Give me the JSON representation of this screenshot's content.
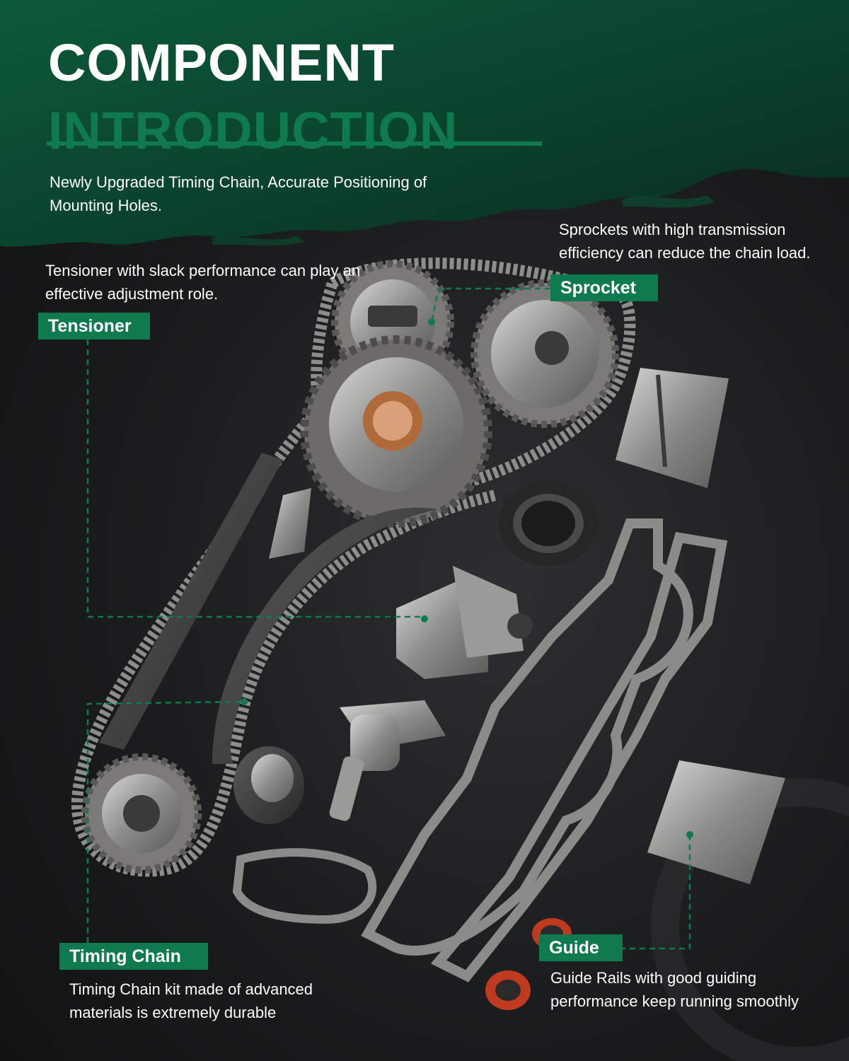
{
  "colors": {
    "accent": "#0f7a4e",
    "background": "#1a1b1c",
    "text": "#ffffff"
  },
  "heading": {
    "line1": "COMPONENT",
    "line2": "INTRODUCTION"
  },
  "intro_text": "Newly Upgraded Timing Chain, Accurate Positioning of Mounting Holes.",
  "callouts": {
    "sprocket": {
      "label": "Sprocket",
      "text": "Sprockets with high transmission efficiency can reduce the chain load."
    },
    "tensioner": {
      "label": "Tensioner",
      "text": "Tensioner with slack performance can play an effective adjustment role."
    },
    "timing_chain": {
      "label": "Timing Chain",
      "text": "Timing Chain kit made of advanced materials is extremely durable"
    },
    "guide": {
      "label": "Guide",
      "text": "Guide Rails with good guiding performance keep running smoothly"
    }
  }
}
